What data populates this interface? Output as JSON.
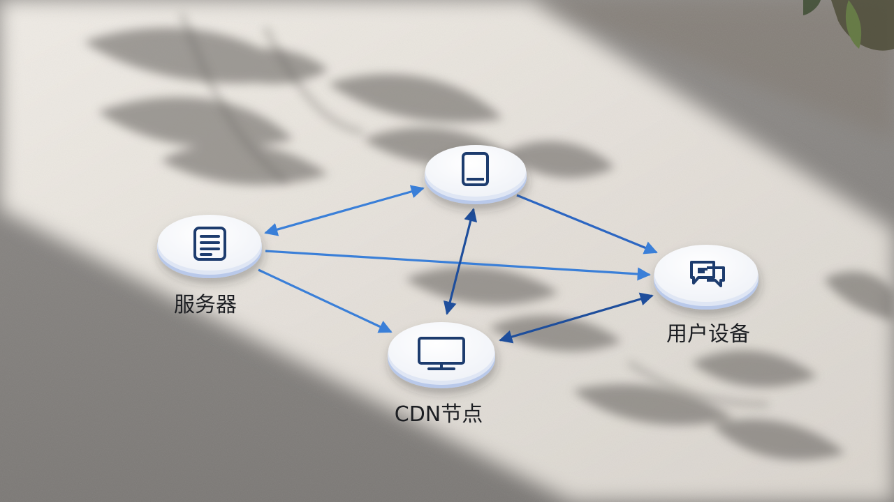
{
  "diagram": {
    "nodes": [
      {
        "id": "mobile",
        "icon": "mobile-phone-icon",
        "label": ""
      },
      {
        "id": "server",
        "icon": "document-server-icon",
        "label": "服务器"
      },
      {
        "id": "user",
        "icon": "chat-bubbles-icon",
        "label": "用户设备"
      },
      {
        "id": "cdn",
        "icon": "monitor-icon",
        "label": "CDN节点"
      }
    ],
    "edges": [
      {
        "from": "server",
        "to": "mobile",
        "direction": "both"
      },
      {
        "from": "mobile",
        "to": "user",
        "direction": "forward"
      },
      {
        "from": "server",
        "to": "user",
        "direction": "forward"
      },
      {
        "from": "server",
        "to": "cdn",
        "direction": "forward"
      },
      {
        "from": "mobile",
        "to": "cdn",
        "direction": "both"
      },
      {
        "from": "cdn",
        "to": "user",
        "direction": "both"
      }
    ],
    "colors": {
      "arrow_light": "#3a7fd8",
      "arrow_dark": "#1e4e9c",
      "icon": "#1d3c6e",
      "disc_top": "#ffffff",
      "disc_rim": "#b9c9ea",
      "label": "#1c1e22"
    }
  }
}
